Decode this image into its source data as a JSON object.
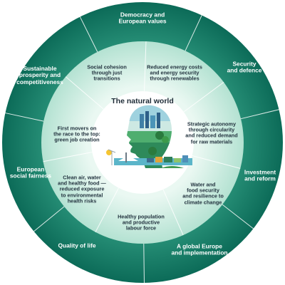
{
  "center": {
    "title": "The natural world"
  },
  "outer_ring": [
    {
      "label": "Democracy and\nEuropean values"
    },
    {
      "label": "Security\nand defence"
    },
    {
      "label": "Investment\nand reform"
    },
    {
      "label": "A global Europe\nand implementation"
    },
    {
      "label": "Quality of life"
    },
    {
      "label": "European\nsocial fairness"
    },
    {
      "label": "Sustainable\nprosperity and\ncompetitiveness"
    }
  ],
  "inner_ring": [
    {
      "label": "Social cohesion\nthrough just\ntransitions"
    },
    {
      "label": "Reduced energy costs\nand energy security\nthrough renewables"
    },
    {
      "label": "Strategic autonomy\nthrough circularity\nand reduced demand\nfor raw materials"
    },
    {
      "label": "Water and\nfood security\nand resilience to\nclimate change"
    },
    {
      "label": "Healthy population\nand productive\nlabour force"
    },
    {
      "label": "Clean air, water\nand healthy food —\nreduced exposure\nto environmental\nhealth risks"
    },
    {
      "label": "First movers on\nthe race to the top:\ngreen job creation"
    }
  ],
  "colors": {
    "outer_dark": "#0c6b58",
    "outer_light": "#2f9a80",
    "inner_light": "#eaf8f2",
    "inner_dark": "#b4e2d2",
    "center_fill": "#ffffff",
    "divider": "#ffffff",
    "outer_text": "#ffffff",
    "inner_text": "#23333f"
  }
}
